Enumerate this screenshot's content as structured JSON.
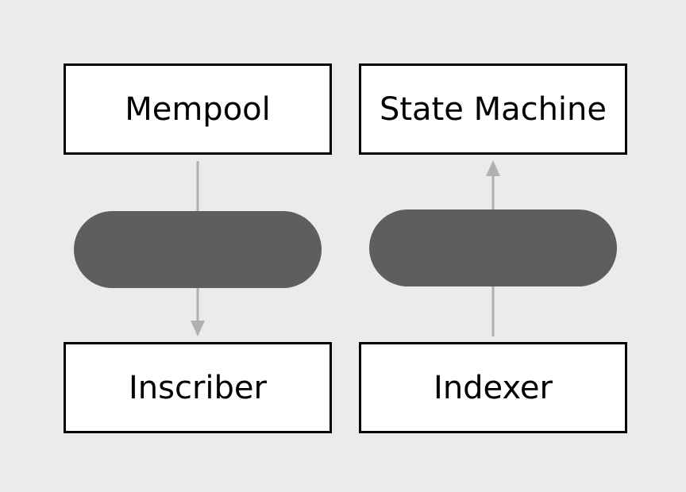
{
  "diagram": {
    "nodes": {
      "mempool": "Mempool",
      "state_machine": "State Machine",
      "inscriber": "Inscriber",
      "indexer": "Indexer"
    },
    "edges": [
      {
        "from": "mempool",
        "to": "inscriber",
        "label": ""
      },
      {
        "from": "indexer",
        "to": "state_machine",
        "label": ""
      }
    ],
    "colors": {
      "background": "#ebebeb",
      "box_fill": "#ffffff",
      "box_border": "#000000",
      "edge": "#b0b0b0",
      "pill": "#5e5e5e"
    }
  }
}
